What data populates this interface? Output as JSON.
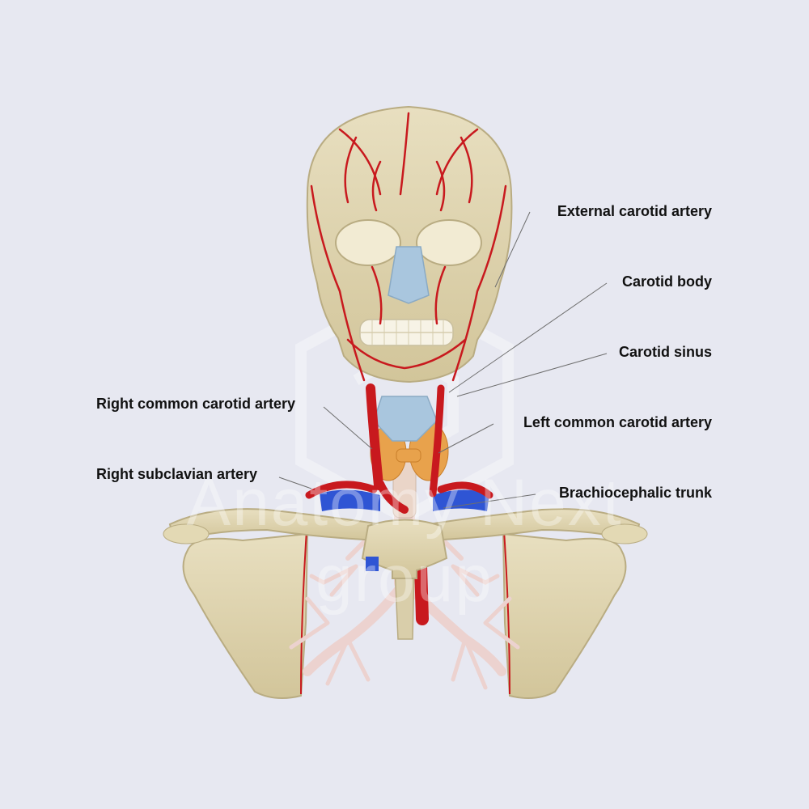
{
  "labels": {
    "external_carotid_artery": "External carotid artery",
    "carotid_body": "Carotid body",
    "carotid_sinus": "Carotid sinus",
    "left_common_carotid_artery": "Left common carotid artery",
    "brachiocephalic_trunk": "Brachiocephalic trunk",
    "right_common_carotid_artery": "Right common carotid artery",
    "right_subclavian_artery": "Right subclavian artery"
  },
  "watermark": "Anatomy Next group",
  "colors": {
    "background": "#e7e8f1",
    "bone": "#e3d9b4",
    "artery": "#c8191e",
    "vein": "#2f55d4",
    "cartilage": "#a9c6de",
    "thyroid": "#e8a24c",
    "airway": "#f0d9d6",
    "leader_line": "#6e6e6e"
  },
  "icons": [
    "anatomy-logo-watermark-icon"
  ]
}
